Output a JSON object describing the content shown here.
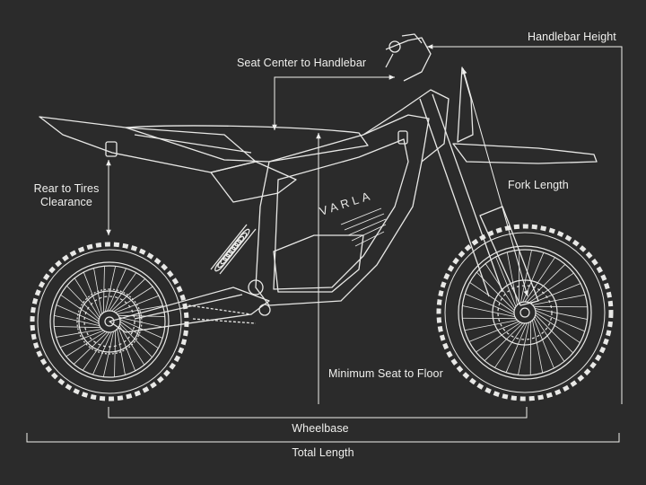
{
  "diagram": {
    "brand_text": "VARLA",
    "labels": {
      "handlebar_height": "Handlebar Height",
      "seat_center_to_handlebar": "Seat Center to Handlebar",
      "rear_to_tires_clearance": "Rear to Tires Clearance",
      "fork_length": "Fork Length",
      "minimum_seat_to_floor": "Minimum Seat to Floor",
      "wheelbase": "Wheelbase",
      "total_length": "Total Length"
    },
    "colors": {
      "background": "#2b2b2b",
      "line": "#f0f0ee"
    }
  }
}
